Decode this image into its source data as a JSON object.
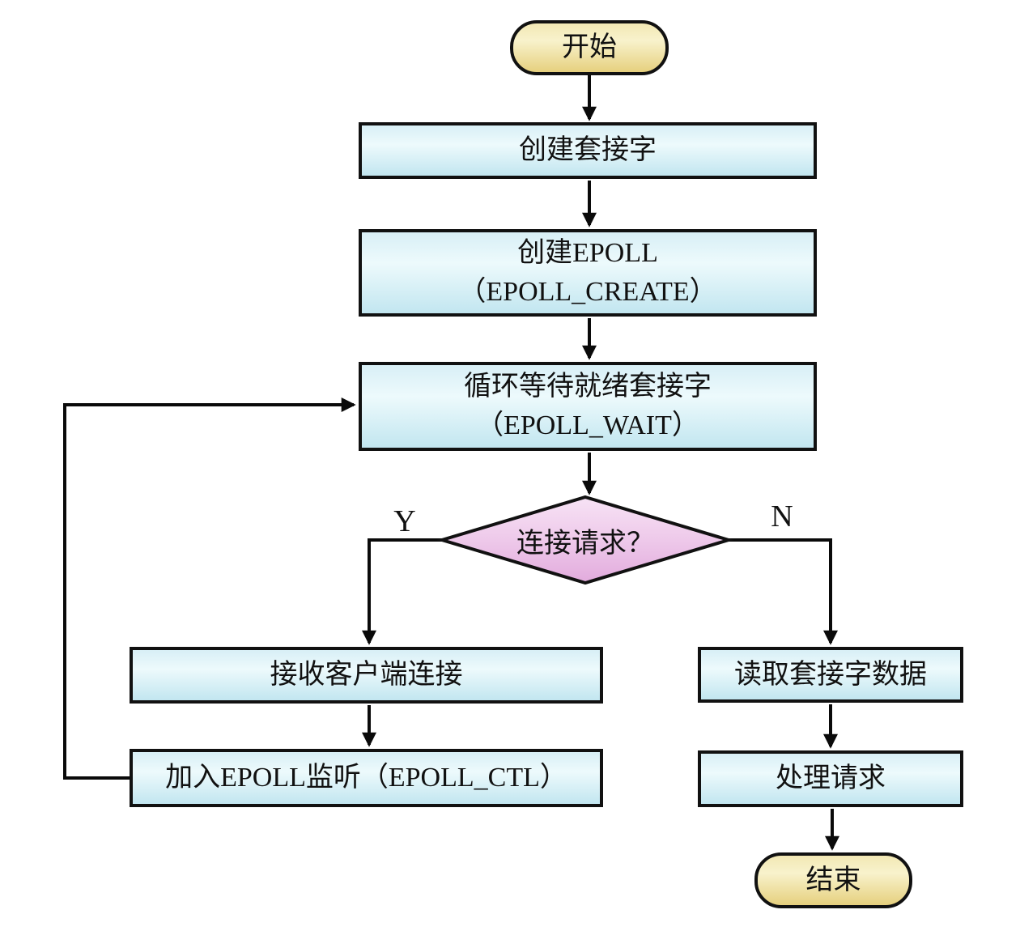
{
  "nodes": {
    "start": {
      "label": "开始"
    },
    "create_socket": {
      "label": "创建套接字"
    },
    "create_epoll": {
      "line1": "创建EPOLL",
      "line2": "（EPOLL_CREATE）"
    },
    "epoll_wait": {
      "line1": "循环等待就绪套接字",
      "line2": "（EPOLL_WAIT）"
    },
    "decision": {
      "label": "连接请求？"
    },
    "accept_conn": {
      "label": "接收客户端连接"
    },
    "epoll_ctl": {
      "label": "加入EPOLL监听（EPOLL_CTL）"
    },
    "read_socket": {
      "label": "读取套接字数据"
    },
    "handle_request": {
      "label": "处理请求"
    },
    "end": {
      "label": "结束"
    }
  },
  "branch_labels": {
    "yes": "Y",
    "no": "N"
  },
  "colors": {
    "process_fill_top": "#d8eff6",
    "process_fill_mid": "#edfafc",
    "process_fill_bottom": "#c2e6f0",
    "terminal_fill_top": "#f2e8b4",
    "terminal_fill_mid": "#f8f2cc",
    "terminal_fill_bottom": "#e6d07e",
    "decision_fill_top": "#f7e3f5",
    "decision_fill_bottom": "#e2abdd",
    "line_color": "#0a0a0a",
    "border_color": "#111111"
  }
}
